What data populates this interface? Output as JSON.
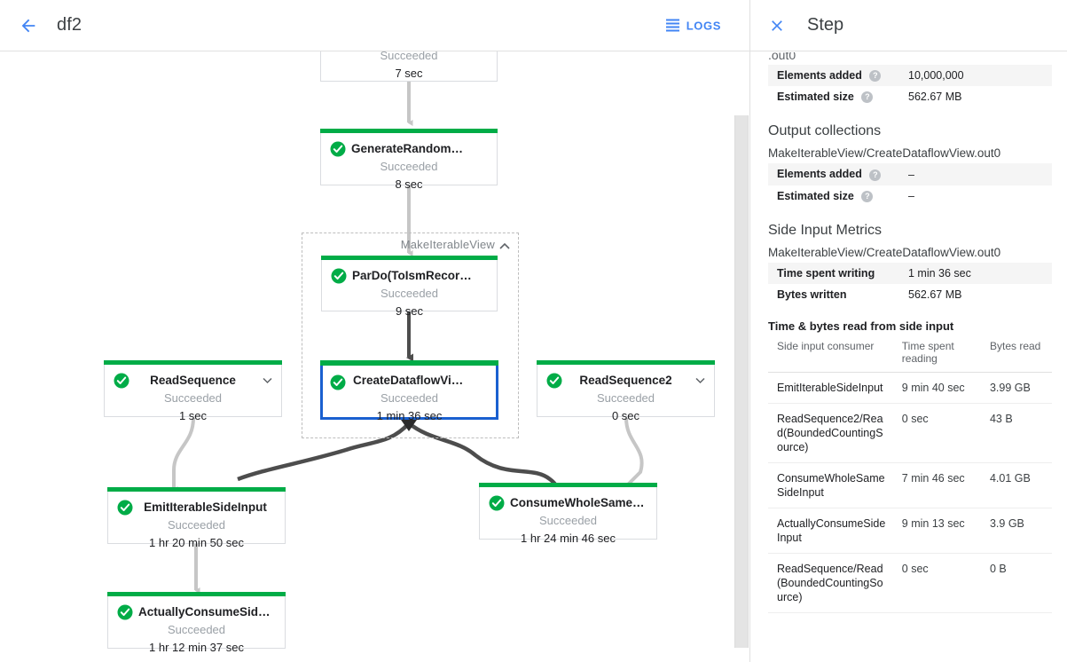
{
  "header": {
    "back_icon": "arrow-back-icon",
    "job_title": "df2",
    "logs_label": "LOGS",
    "logs_icon": "logs-list-icon"
  },
  "graph": {
    "composite": {
      "label": "MakeIterableView",
      "chevron_icon": "chevron-up-icon"
    },
    "nodes": [
      {
        "id": "top-truncated",
        "title": "",
        "status": "Succeeded",
        "time": "7 sec",
        "status_icon": "check-circle-icon",
        "selected": false,
        "has_chevron": false
      },
      {
        "id": "generate-random-sidata",
        "title": "GenerateRandomSIData",
        "status": "Succeeded",
        "time": "8 sec",
        "status_icon": "check-circle-icon",
        "selected": false,
        "has_chevron": false
      },
      {
        "id": "pardo-toismrecordfor",
        "title": "ParDo(ToIsmRecordFor…",
        "status": "Succeeded",
        "time": "9 sec",
        "status_icon": "check-circle-icon",
        "selected": false,
        "has_chevron": false
      },
      {
        "id": "create-dataflow-view",
        "title": "CreateDataflowView",
        "status": "Succeeded",
        "time": "1 min 36 sec",
        "status_icon": "check-circle-icon",
        "selected": true,
        "has_chevron": false
      },
      {
        "id": "read-sequence",
        "title": "ReadSequence",
        "status": "Succeeded",
        "time": "1 sec",
        "status_icon": "check-circle-icon",
        "selected": false,
        "has_chevron": true
      },
      {
        "id": "read-sequence-2",
        "title": "ReadSequence2",
        "status": "Succeeded",
        "time": "0 sec",
        "status_icon": "check-circle-icon",
        "selected": false,
        "has_chevron": true
      },
      {
        "id": "emit-iterable-side-input",
        "title": "EmitIterableSideInput",
        "status": "Succeeded",
        "time": "1 hr 20 min 50 sec",
        "status_icon": "check-circle-icon",
        "selected": false,
        "has_chevron": false
      },
      {
        "id": "consume-whole-same-side-input",
        "title": "ConsumeWholeSameSi…",
        "status": "Succeeded",
        "time": "1 hr 24 min 46 sec",
        "status_icon": "check-circle-icon",
        "selected": false,
        "has_chevron": false
      },
      {
        "id": "actually-consume-side-input",
        "title": "ActuallyConsumeSideI…",
        "status": "Succeeded",
        "time": "1 hr 12 min 37 sec",
        "status_icon": "check-circle-icon",
        "selected": false,
        "has_chevron": false
      }
    ]
  },
  "step_panel": {
    "close_icon": "close-icon",
    "title": "Step",
    "cut_off_text": ".out0",
    "input_metrics": [
      {
        "label": "Elements added",
        "value": "10,000,000",
        "help": "?"
      },
      {
        "label": "Estimated size",
        "value": "562.67 MB",
        "help": "?"
      }
    ],
    "output_collections": {
      "heading": "Output collections",
      "name": "MakeIterableView/CreateDataflowView.out0",
      "metrics": [
        {
          "label": "Elements added",
          "value": "–",
          "help": "?"
        },
        {
          "label": "Estimated size",
          "value": "–",
          "help": "?"
        }
      ]
    },
    "side_input_metrics": {
      "heading": "Side Input Metrics",
      "name": "MakeIterableView/CreateDataflowView.out0",
      "metrics": [
        {
          "label": "Time spent writing",
          "value": "1 min 36 sec"
        },
        {
          "label": "Bytes written",
          "value": "562.67 MB"
        }
      ],
      "table_title": "Time & bytes read from side input",
      "columns": [
        "Side input consumer",
        "Time spent reading",
        "Bytes read"
      ],
      "rows": [
        {
          "consumer": "EmitIterableSideInput",
          "time": "9 min 40 sec",
          "bytes": "3.99 GB"
        },
        {
          "consumer": "ReadSequence2/Read(BoundedCountingSource)",
          "time": "0 sec",
          "bytes": "43 B"
        },
        {
          "consumer": "ConsumeWholeSameSideInput",
          "time": "7 min 46 sec",
          "bytes": "4.01 GB"
        },
        {
          "consumer": "ActuallyConsumeSideInput",
          "time": "9 min 13 sec",
          "bytes": "3.9 GB"
        },
        {
          "consumer": "ReadSequence/Read(BoundedCountingSource)",
          "time": "0 sec",
          "bytes": "0 B"
        }
      ]
    }
  },
  "colors": {
    "accent_blue": "#4285f4",
    "selected_border": "#1a60d0",
    "success_green": "#00ac47",
    "edge_dark": "#5f6368",
    "edge_light": "#cccccc"
  }
}
